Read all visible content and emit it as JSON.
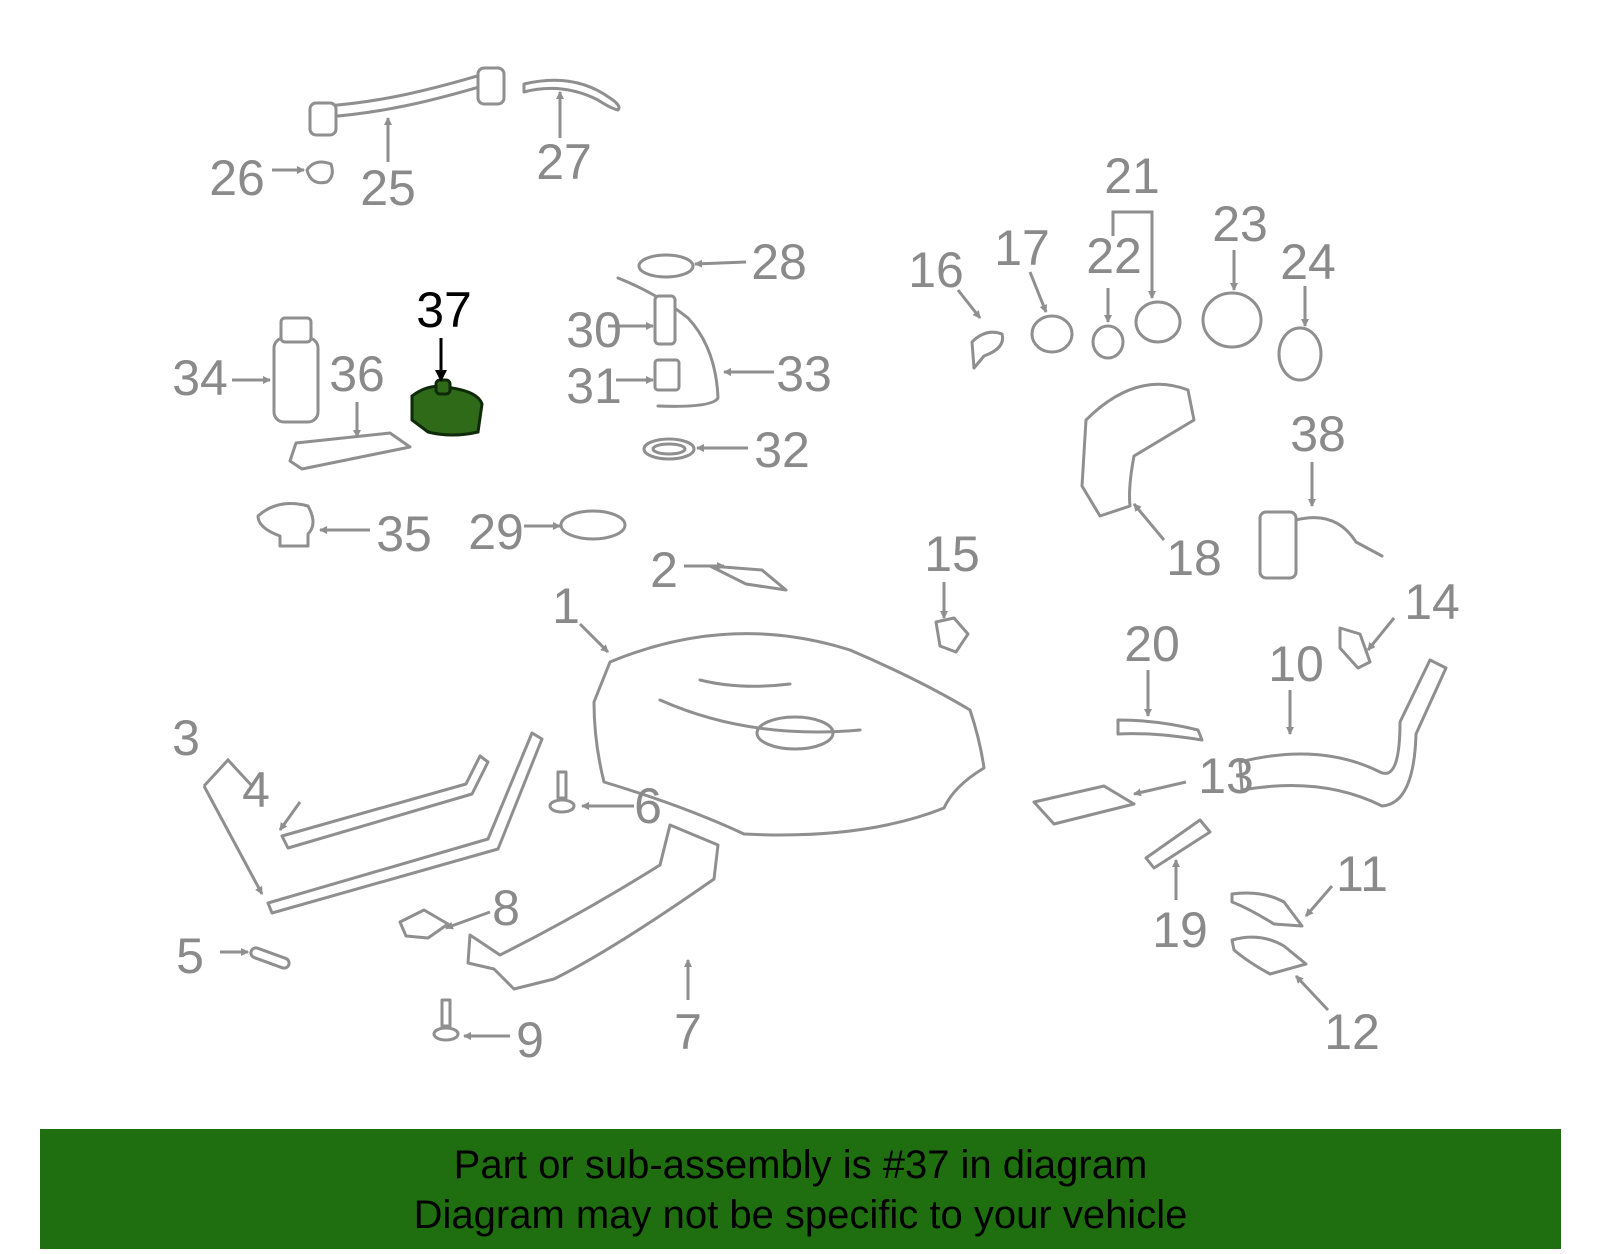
{
  "diagram": {
    "highlight_part": "37",
    "colors": {
      "part_outline": "#8f8f8f",
      "highlight_fill": "#2e6a18",
      "banner": "#1f6f10"
    },
    "callouts": [
      "1",
      "2",
      "3",
      "4",
      "5",
      "6",
      "7",
      "8",
      "9",
      "10",
      "11",
      "12",
      "13",
      "14",
      "15",
      "16",
      "17",
      "18",
      "19",
      "20",
      "21",
      "22",
      "23",
      "24",
      "25",
      "26",
      "27",
      "28",
      "29",
      "30",
      "31",
      "32",
      "33",
      "34",
      "35",
      "36",
      "37",
      "38"
    ]
  },
  "banner": {
    "line1": "Part or sub-assembly is #37 in diagram",
    "line2": "Diagram may not be specific to your vehicle"
  }
}
